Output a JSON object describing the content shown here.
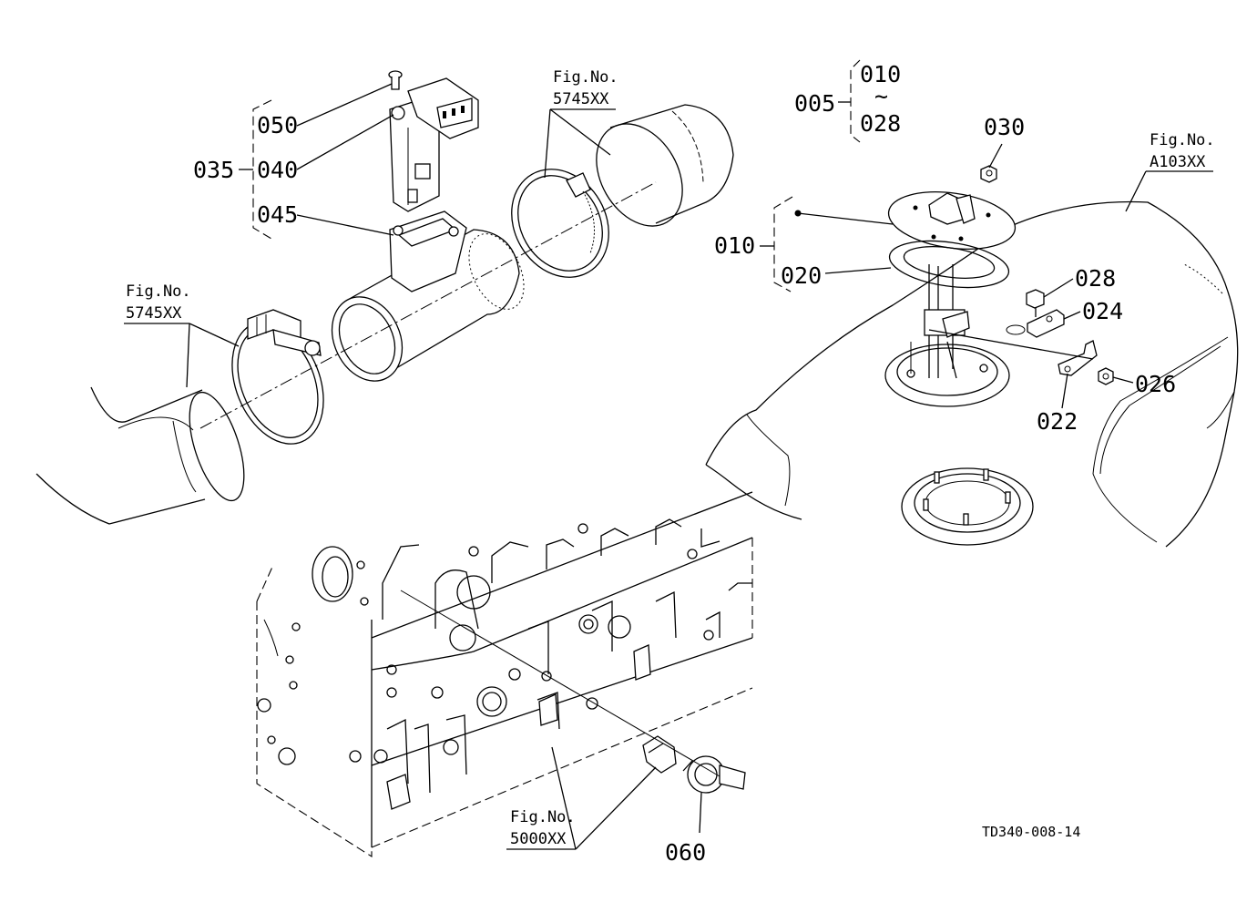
{
  "diagram": {
    "labels": {
      "p005": "005",
      "p010_range": "010",
      "p010_range_tilde": "~",
      "p028_range": "028",
      "p010": "010",
      "p020": "020",
      "p022": "022",
      "p024": "024",
      "p026": "026",
      "p028": "028",
      "p030": "030",
      "p035": "035",
      "p040": "040",
      "p045": "045",
      "p050": "050",
      "p060": "060"
    },
    "fig_refs": {
      "fig_5745_top": {
        "caption": "Fig.No.",
        "number": "5745XX"
      },
      "fig_5745_left": {
        "caption": "Fig.No.",
        "number": "5745XX"
      },
      "fig_a103": {
        "caption": "Fig.No.",
        "number": "A103XX"
      },
      "fig_5000": {
        "caption": "Fig.No.",
        "number": "5000XX"
      }
    },
    "doc_id": "TD340-008-14"
  }
}
